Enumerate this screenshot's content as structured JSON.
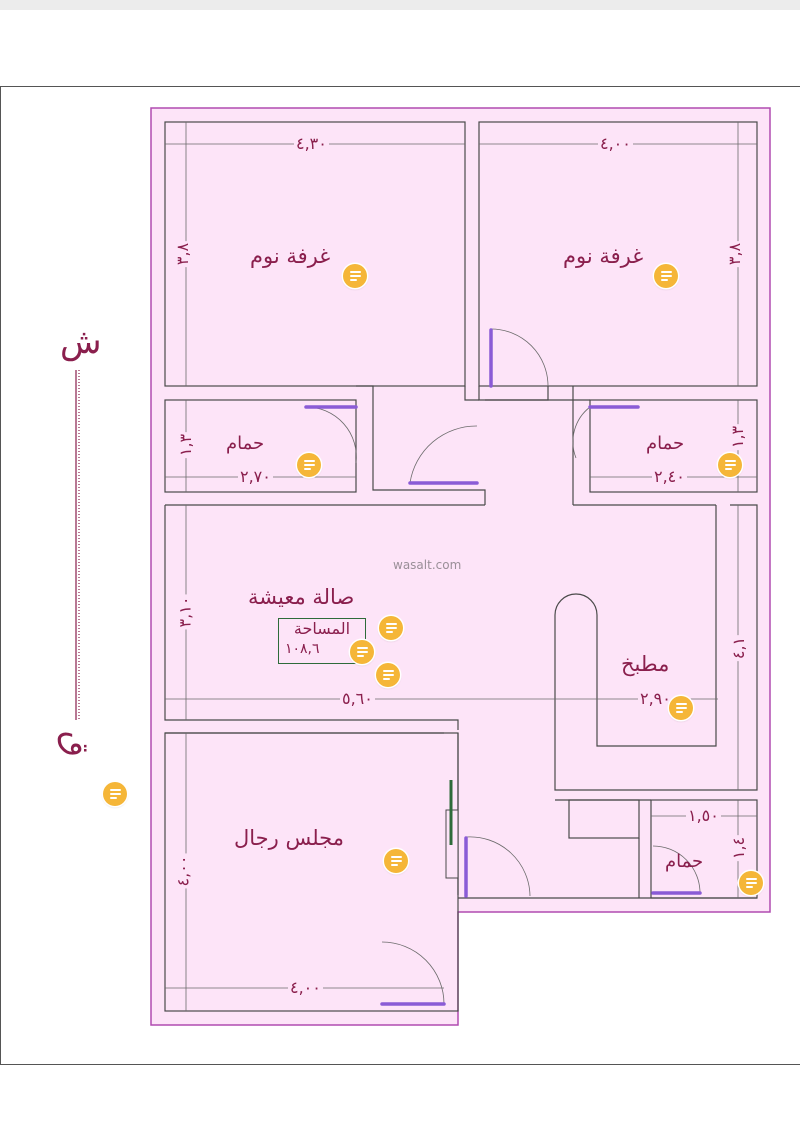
{
  "plan": {
    "rooms": {
      "bedroom_left": "غرفة نوم",
      "bedroom_right": "غرفة نوم",
      "bath_left": "حمام",
      "bath_right": "حمام",
      "living": "صالة معيشة",
      "kitchen": "مطبخ",
      "majlis": "مجلس رجال",
      "bath_small": "حمام"
    },
    "area": {
      "label": "المساحة",
      "value": "١٠٨,٦"
    },
    "dimensions": {
      "bedroom_left_w": "٤,٣٠",
      "bedroom_right_w": "٤,٠٠",
      "bedroom_left_h": "٣,٨",
      "bedroom_right_h": "٣,٨",
      "bath_left_w": "٢,٧٠",
      "bath_left_h": "١,٣",
      "bath_right_w": "٢,٤٠",
      "bath_right_h": "١,٣",
      "living_w": "٥,٦٠",
      "living_h": "٣,١٠",
      "kitchen_w": "٢,٩٠",
      "kitchen_h": "٤,١",
      "bath_small_w": "١,٥٠",
      "bath_small_h": "١,٤",
      "majlis_w": "٤,٠٠",
      "majlis_h": "٤,٠٠"
    }
  },
  "north_label": "ش",
  "south_label": "ق",
  "watermark": "wasalt.com",
  "colors": {
    "floor_fill": "#fde4f8",
    "wall_stroke": "#4a4a4a",
    "outline": "#b04bb0",
    "label_color": "#8a1f4d",
    "note_icon": "#f5b638",
    "door_hardware": "#8a5bd6"
  },
  "icons": [
    "note-icon"
  ]
}
